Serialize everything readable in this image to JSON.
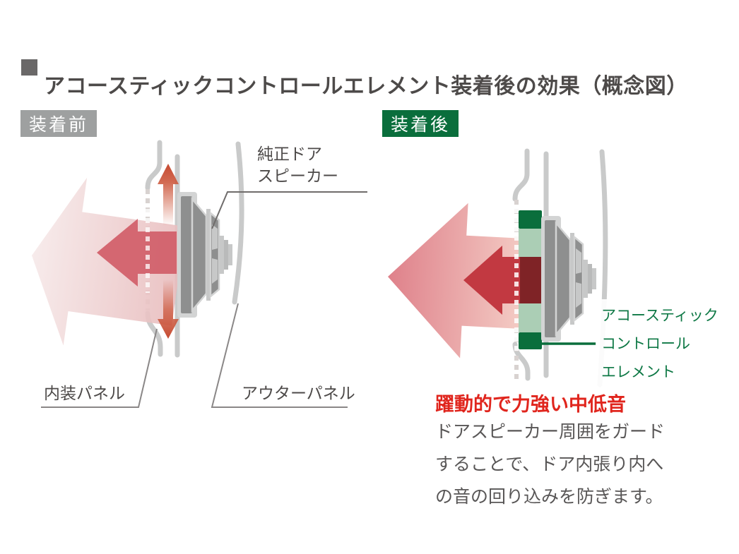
{
  "title": {
    "text": "アコースティックコントロールエレメント装着後の効果（概念図）"
  },
  "before": {
    "badge": "装着前",
    "labels": {
      "speaker": "純正ドア\nスピーカー",
      "inner_panel": "内装パネル",
      "outer_panel": "アウターパネル"
    }
  },
  "after": {
    "badge": "装着後",
    "labels": {
      "element": "アコースティック\nコントロール\nエレメント"
    },
    "caption": {
      "heading": "躍動的で力強い中低音",
      "body": "ドアスピーカー周囲をガード\nすることで、ドア内張り内へ\nの音の回り込みを防ぎます。"
    }
  },
  "colors": {
    "badge_gray": "#9EA0A0",
    "accent_green": "#0A6E3C",
    "label_green": "#0E7845",
    "light_green": "#ABCEB5",
    "dark_red_band": "#7F2326",
    "sound_red": "#D2616B",
    "heading_red": "#E0251D",
    "text_dark": "#4D4A49",
    "text_gray": "#585656"
  }
}
